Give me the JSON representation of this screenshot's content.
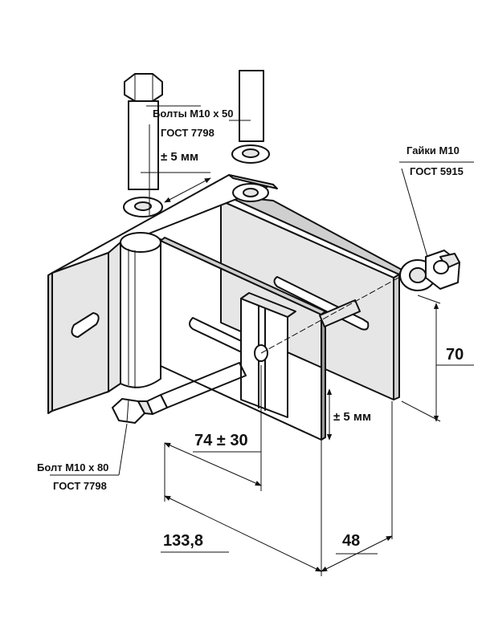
{
  "labels": {
    "bolts_top_line1": "Болты М10 х 50",
    "bolts_top_line2": "ГОСТ 7798",
    "adjust_top": "± 5 мм",
    "nuts_line1": "Гайки М10",
    "nuts_line2": "ГОСТ 5915",
    "dim_height": "70",
    "adjust_side": "± 5 мм",
    "dim_slot": "74 ± 30",
    "bolt_bottom_line1": "Болт М10 х 80",
    "bolt_bottom_line2": "ГОСТ 7798",
    "dim_length": "133,8",
    "dim_width": "48"
  }
}
